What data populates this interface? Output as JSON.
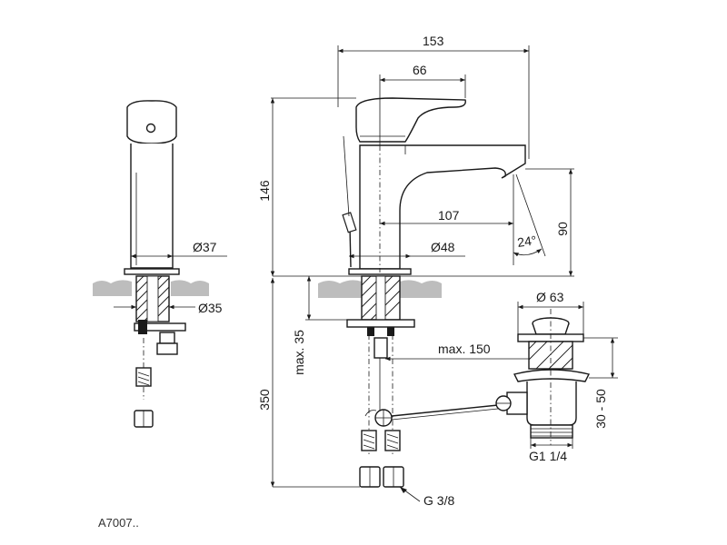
{
  "colors": {
    "line": "#1a1a1a",
    "countertop": "#bdbdbd",
    "background": "#ffffff"
  },
  "dimensions": {
    "total_width": "153",
    "lever_offset": "66",
    "spout_reach": "107",
    "height_total": "146",
    "spout_height": "90",
    "spout_angle": "24°",
    "base_diameter_side": "Ø37",
    "base_diameter_front": "Ø48",
    "hole_diameter": "Ø35",
    "max_thickness": "max. 35",
    "max_rod": "max. 150",
    "hose_length": "350",
    "waste_diameter": "Ø 63",
    "waste_range": "30 - 50",
    "waste_thread": "G1 1/4",
    "hose_thread": "G 3/8"
  },
  "product_code": "A7007.."
}
